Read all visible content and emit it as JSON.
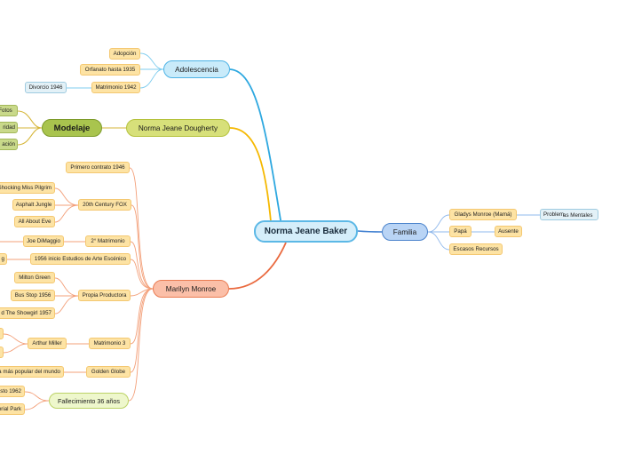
{
  "map": {
    "central": "Norma Jeane Baker",
    "adolescencia": {
      "title": "Adolescencia",
      "adopcion": "Adopción",
      "orfanato": "Orfanato hasta 1935",
      "matrimonio": "Matrimonio 1942",
      "divorcio": "Divorcio 1946"
    },
    "dougherty": {
      "title": "Norma Jeane Dougherty",
      "modelaje": "Modelaje",
      "fotos": "Fotos",
      "popularidad": "ridad",
      "aceptacion": "ación"
    },
    "marilyn": {
      "title": "Marilyn Monroe",
      "primer_contrato": "Primero contrato 1946",
      "fox": "20th Century FOX",
      "fox_film1": "Shocking Miss Pilgrim",
      "fox_film2": "Asphalt Jungle",
      "fox_film3": "All About Eve",
      "matrimonio2": "2° Matrimonio",
      "joe": "Joe DiMaggio",
      "estudios": "1956 inicio Estudios de Arte Escénico",
      "estudios_child": "g",
      "productora": "Propia Productora",
      "milton": "Milton Green",
      "busstop": "Bus Stop 1956",
      "showgirl": "d The Showgirl 1957",
      "matrimonio3": "Matrimonio 3",
      "miller": "Arthur Miller",
      "golden": "Golden Globe",
      "popular": "a más popular del mundo",
      "fallecimiento": "Fallecimiento 36 años",
      "agosto": "sto 1962",
      "park": "orial Park"
    },
    "familia": {
      "title": "Familia",
      "gladys": "Gladys Monroe (Mamá)",
      "problemas_a": "Problem",
      "problemas_b": "as Mentales",
      "papa": "Papá",
      "ausente": "Ausente",
      "recursos": "Escasos Recursos"
    }
  },
  "colors": {
    "adolescencia": "#2ea8e0",
    "dougherty": "#f5b800",
    "marilyn": "#ea6a3f",
    "familia": "#3f7fd0",
    "modelaje": "#d6b63a",
    "marilyn_sub": "#f3a07a",
    "adolescencia_sub": "#7fcdef",
    "familia_sub": "#8fb8ec"
  }
}
